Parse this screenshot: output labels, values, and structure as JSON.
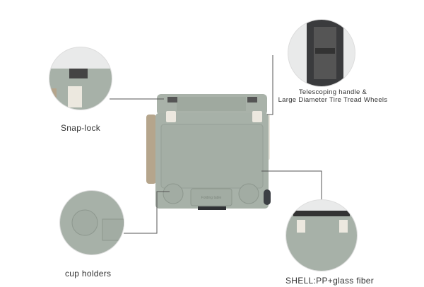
{
  "labels": {
    "snap_lock": "Snap-lock",
    "handle_line1": "Telescoping handle &",
    "handle_line2": "Large Diameter Tire Tread Wheels",
    "cup_holders": "cup holders",
    "shell": "SHELL:PP+glass fiber"
  },
  "product": {
    "embossed_text": "Folding table"
  },
  "colors": {
    "body": "#a7b1a8",
    "latch": "#ece8df",
    "handle": "#b5a58c",
    "wheel": "#3c3f44"
  }
}
